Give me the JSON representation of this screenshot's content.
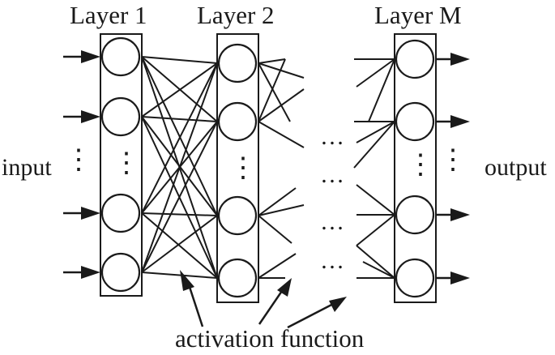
{
  "diagram": {
    "layer1_title": "Layer 1",
    "layer2_title": "Layer 2",
    "layerM_title": "Layer M",
    "input_label": "input",
    "output_label": "output",
    "caption": "activation function",
    "ellipsis": "…"
  }
}
